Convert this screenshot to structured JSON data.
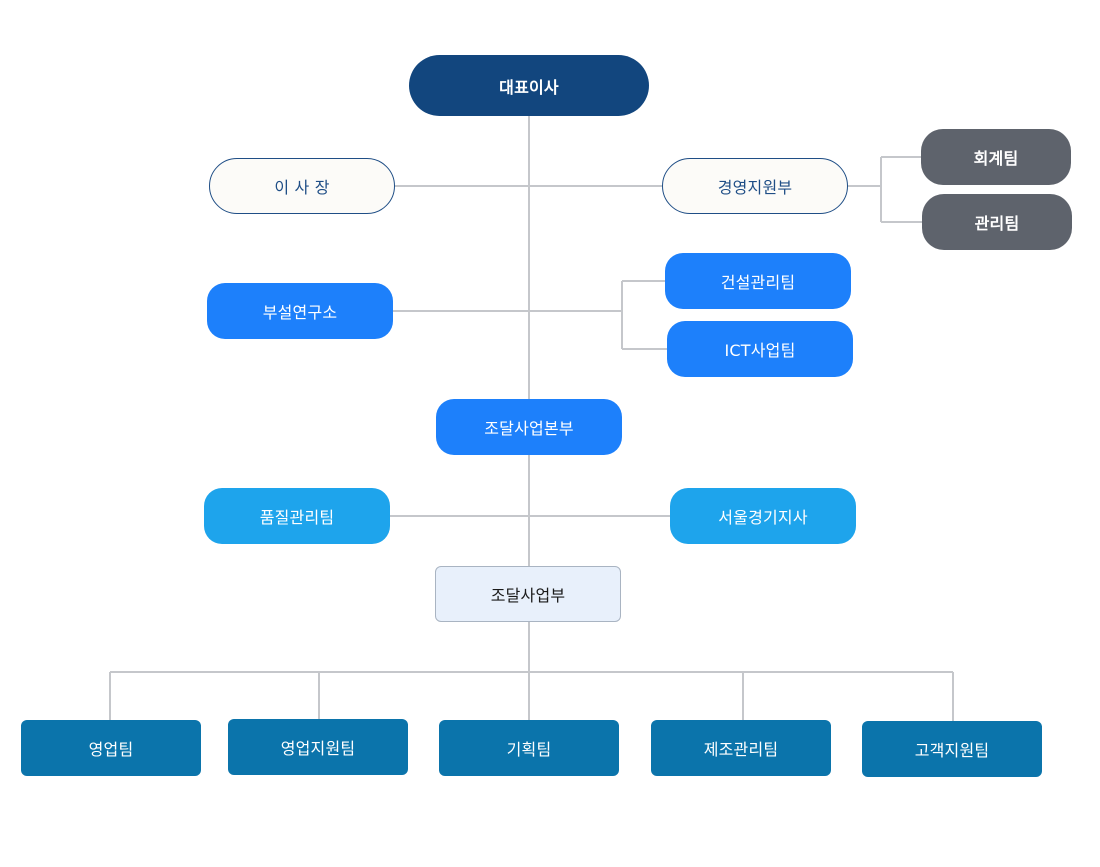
{
  "org_chart": {
    "ceo": "대표이사",
    "chairman": "이 사 장",
    "management_support": "경영지원부",
    "accounting_team": "회계팀",
    "admin_team": "관리팀",
    "research_lab": "부설연구소",
    "construction_mgmt_team": "건설관리팀",
    "ict_business_team": "ICT사업팀",
    "procurement_hq": "조달사업본부",
    "quality_mgmt_team": "품질관리팀",
    "seoul_gyeonggi_branch": "서울경기지사",
    "procurement_dept": "조달사업부",
    "teams": [
      "영업팀",
      "영업지원팀",
      "기획팀",
      "제조관리팀",
      "고객지원팀"
    ]
  },
  "colors": {
    "ceo": "#12467e",
    "outline_border": "#1f4e86",
    "gray": "#5e636c",
    "blue": "#1d80fb",
    "sky": "#1ea4ec",
    "pale": "#e8f0fb",
    "team": "#0b74ab",
    "connector": "#c5c7cb"
  }
}
